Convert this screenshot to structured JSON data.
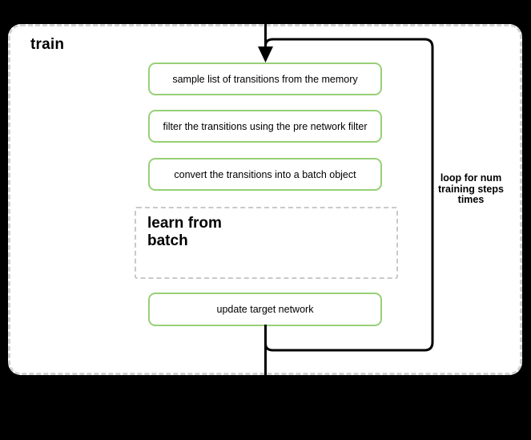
{
  "diagram": {
    "title": "train",
    "steps": [
      {
        "label": "sample list of transitions from the memory"
      },
      {
        "label": "filter the transitions using the pre network filter"
      },
      {
        "label": "convert the transitions into a batch object"
      }
    ],
    "subprocess": {
      "line1": "learn from",
      "line2": "batch"
    },
    "final_step": {
      "label": "update target network"
    },
    "loop_label": {
      "line1": "loop for num",
      "line2": "training steps",
      "line3": "times"
    },
    "colors": {
      "background": "#000000",
      "container_fill": "#ffffff",
      "container_border": "#d2d2d2",
      "step_border": "#97d077",
      "subprocess_border": "#c9c9c9",
      "connector": "#000000",
      "text": "#000000"
    }
  }
}
